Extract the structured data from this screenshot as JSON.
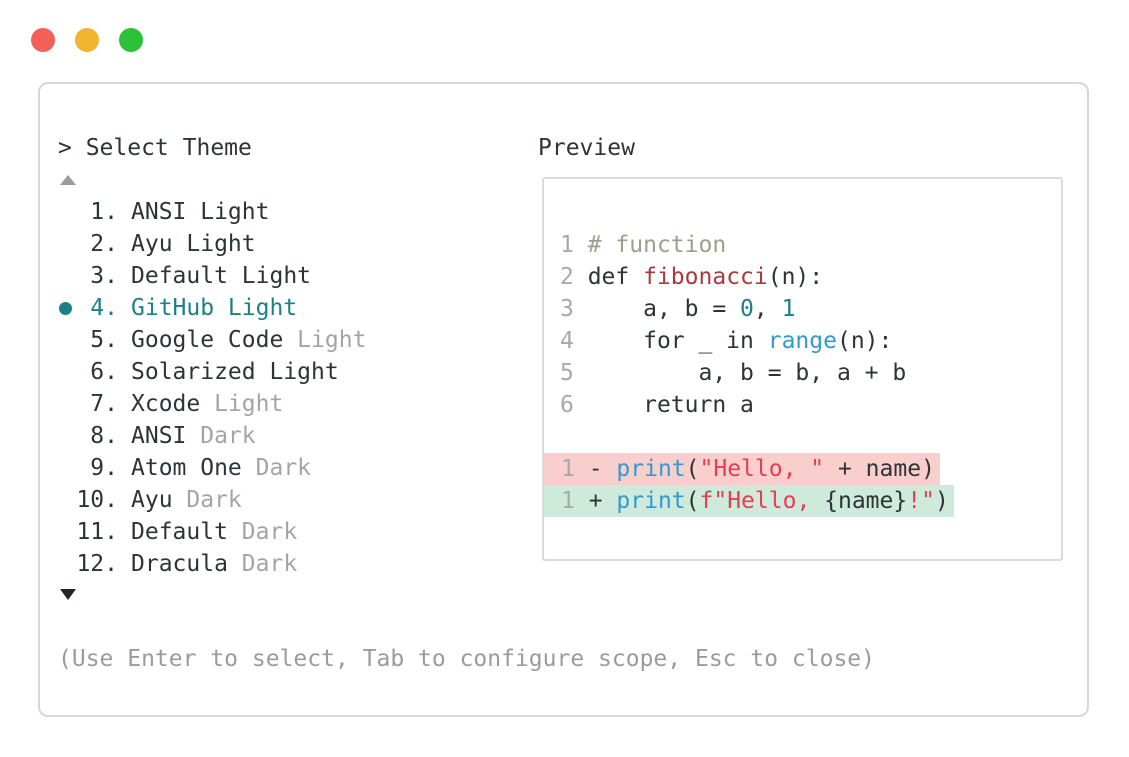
{
  "colors": {
    "text_dark": "#2e3338",
    "muted": "#a4a4a4",
    "hint": "#9b9b9b",
    "line_number": "#a8a8a8",
    "accent_teal": "#1e7f89",
    "comment": "#9ba18c",
    "function_red": "#a93a3c",
    "builtin_blue": "#3598ce",
    "string_red": "#e23f55",
    "diff_removed_bg": "#f9cfce",
    "diff_added_bg": "#cdeada",
    "window_border": "#d7d7d7",
    "preview_border": "#dbdbdb",
    "scroll_up": "#9b9b9b",
    "scroll_down": "#22262a",
    "traffic_red": "#f45f58",
    "traffic_yellow": "#f3b42f",
    "traffic_green": "#2cc138"
  },
  "window_controls": [
    "close",
    "minimize",
    "maximize"
  ],
  "header": {
    "prompt": "> Select Theme",
    "preview_label": "Preview"
  },
  "theme_list": {
    "scroll_up_icon": "triangle-up",
    "scroll_down_icon": "triangle-down",
    "selected_label": "GitHub Light",
    "items": [
      {
        "num": "1.",
        "label": "ANSI Light",
        "muted": "",
        "selected": false
      },
      {
        "num": "2.",
        "label": "Ayu Light",
        "muted": "",
        "selected": false
      },
      {
        "num": "3.",
        "label": "Default Light",
        "muted": "",
        "selected": false
      },
      {
        "num": "4.",
        "label": "GitHub Light",
        "muted": "",
        "selected": true
      },
      {
        "num": "5.",
        "label": "Google Code",
        "muted": "Light",
        "selected": false
      },
      {
        "num": "6.",
        "label": "Solarized Light",
        "muted": "",
        "selected": false
      },
      {
        "num": "7.",
        "label": "Xcode",
        "muted": "Light",
        "selected": false
      },
      {
        "num": "8.",
        "label": "ANSI",
        "muted": "Dark",
        "selected": false
      },
      {
        "num": "9.",
        "label": "Atom One",
        "muted": "Dark",
        "selected": false
      },
      {
        "num": "10.",
        "label": "Ayu",
        "muted": "Dark",
        "selected": false
      },
      {
        "num": "11.",
        "label": "Default",
        "muted": "Dark",
        "selected": false
      },
      {
        "num": "12.",
        "label": "Dracula",
        "muted": "Dark",
        "selected": false
      }
    ]
  },
  "preview": {
    "lines": [
      {
        "num": "1",
        "diff": "",
        "tokens": [
          [
            " # function",
            "comment"
          ]
        ]
      },
      {
        "num": "2",
        "diff": "",
        "tokens": [
          [
            " def ",
            "plain"
          ],
          [
            "fibonacci",
            "function"
          ],
          [
            "(n):",
            "plain"
          ]
        ]
      },
      {
        "num": "3",
        "diff": "",
        "tokens": [
          [
            "     a, b = ",
            "plain"
          ],
          [
            "0",
            "number"
          ],
          [
            ", ",
            "plain"
          ],
          [
            "1",
            "number"
          ]
        ]
      },
      {
        "num": "4",
        "diff": "",
        "tokens": [
          [
            "     for _ in ",
            "plain"
          ],
          [
            "range",
            "builtin"
          ],
          [
            "(n):",
            "plain"
          ]
        ]
      },
      {
        "num": "5",
        "diff": "",
        "tokens": [
          [
            "         a, b = b, a + b",
            "plain"
          ]
        ]
      },
      {
        "num": "6",
        "diff": "",
        "tokens": [
          [
            "     return a",
            "plain"
          ]
        ]
      },
      {
        "num": "",
        "diff": "",
        "tokens": []
      },
      {
        "num": "1",
        "diff": "removed",
        "tokens": [
          [
            " - ",
            "plain"
          ],
          [
            "print",
            "builtin"
          ],
          [
            "(",
            "plain"
          ],
          [
            "\"Hello, \"",
            "string"
          ],
          [
            " + name)",
            "plain"
          ]
        ]
      },
      {
        "num": "1",
        "diff": "added",
        "tokens": [
          [
            " + ",
            "plain"
          ],
          [
            "print",
            "builtin"
          ],
          [
            "(",
            "plain"
          ],
          [
            "f\"Hello, ",
            "string"
          ],
          [
            "{name}",
            "plain"
          ],
          [
            "!\"",
            "string"
          ],
          [
            ")",
            "plain"
          ]
        ]
      }
    ]
  },
  "footer": {
    "hint": "(Use Enter to select, Tab to configure scope, Esc to close)"
  }
}
